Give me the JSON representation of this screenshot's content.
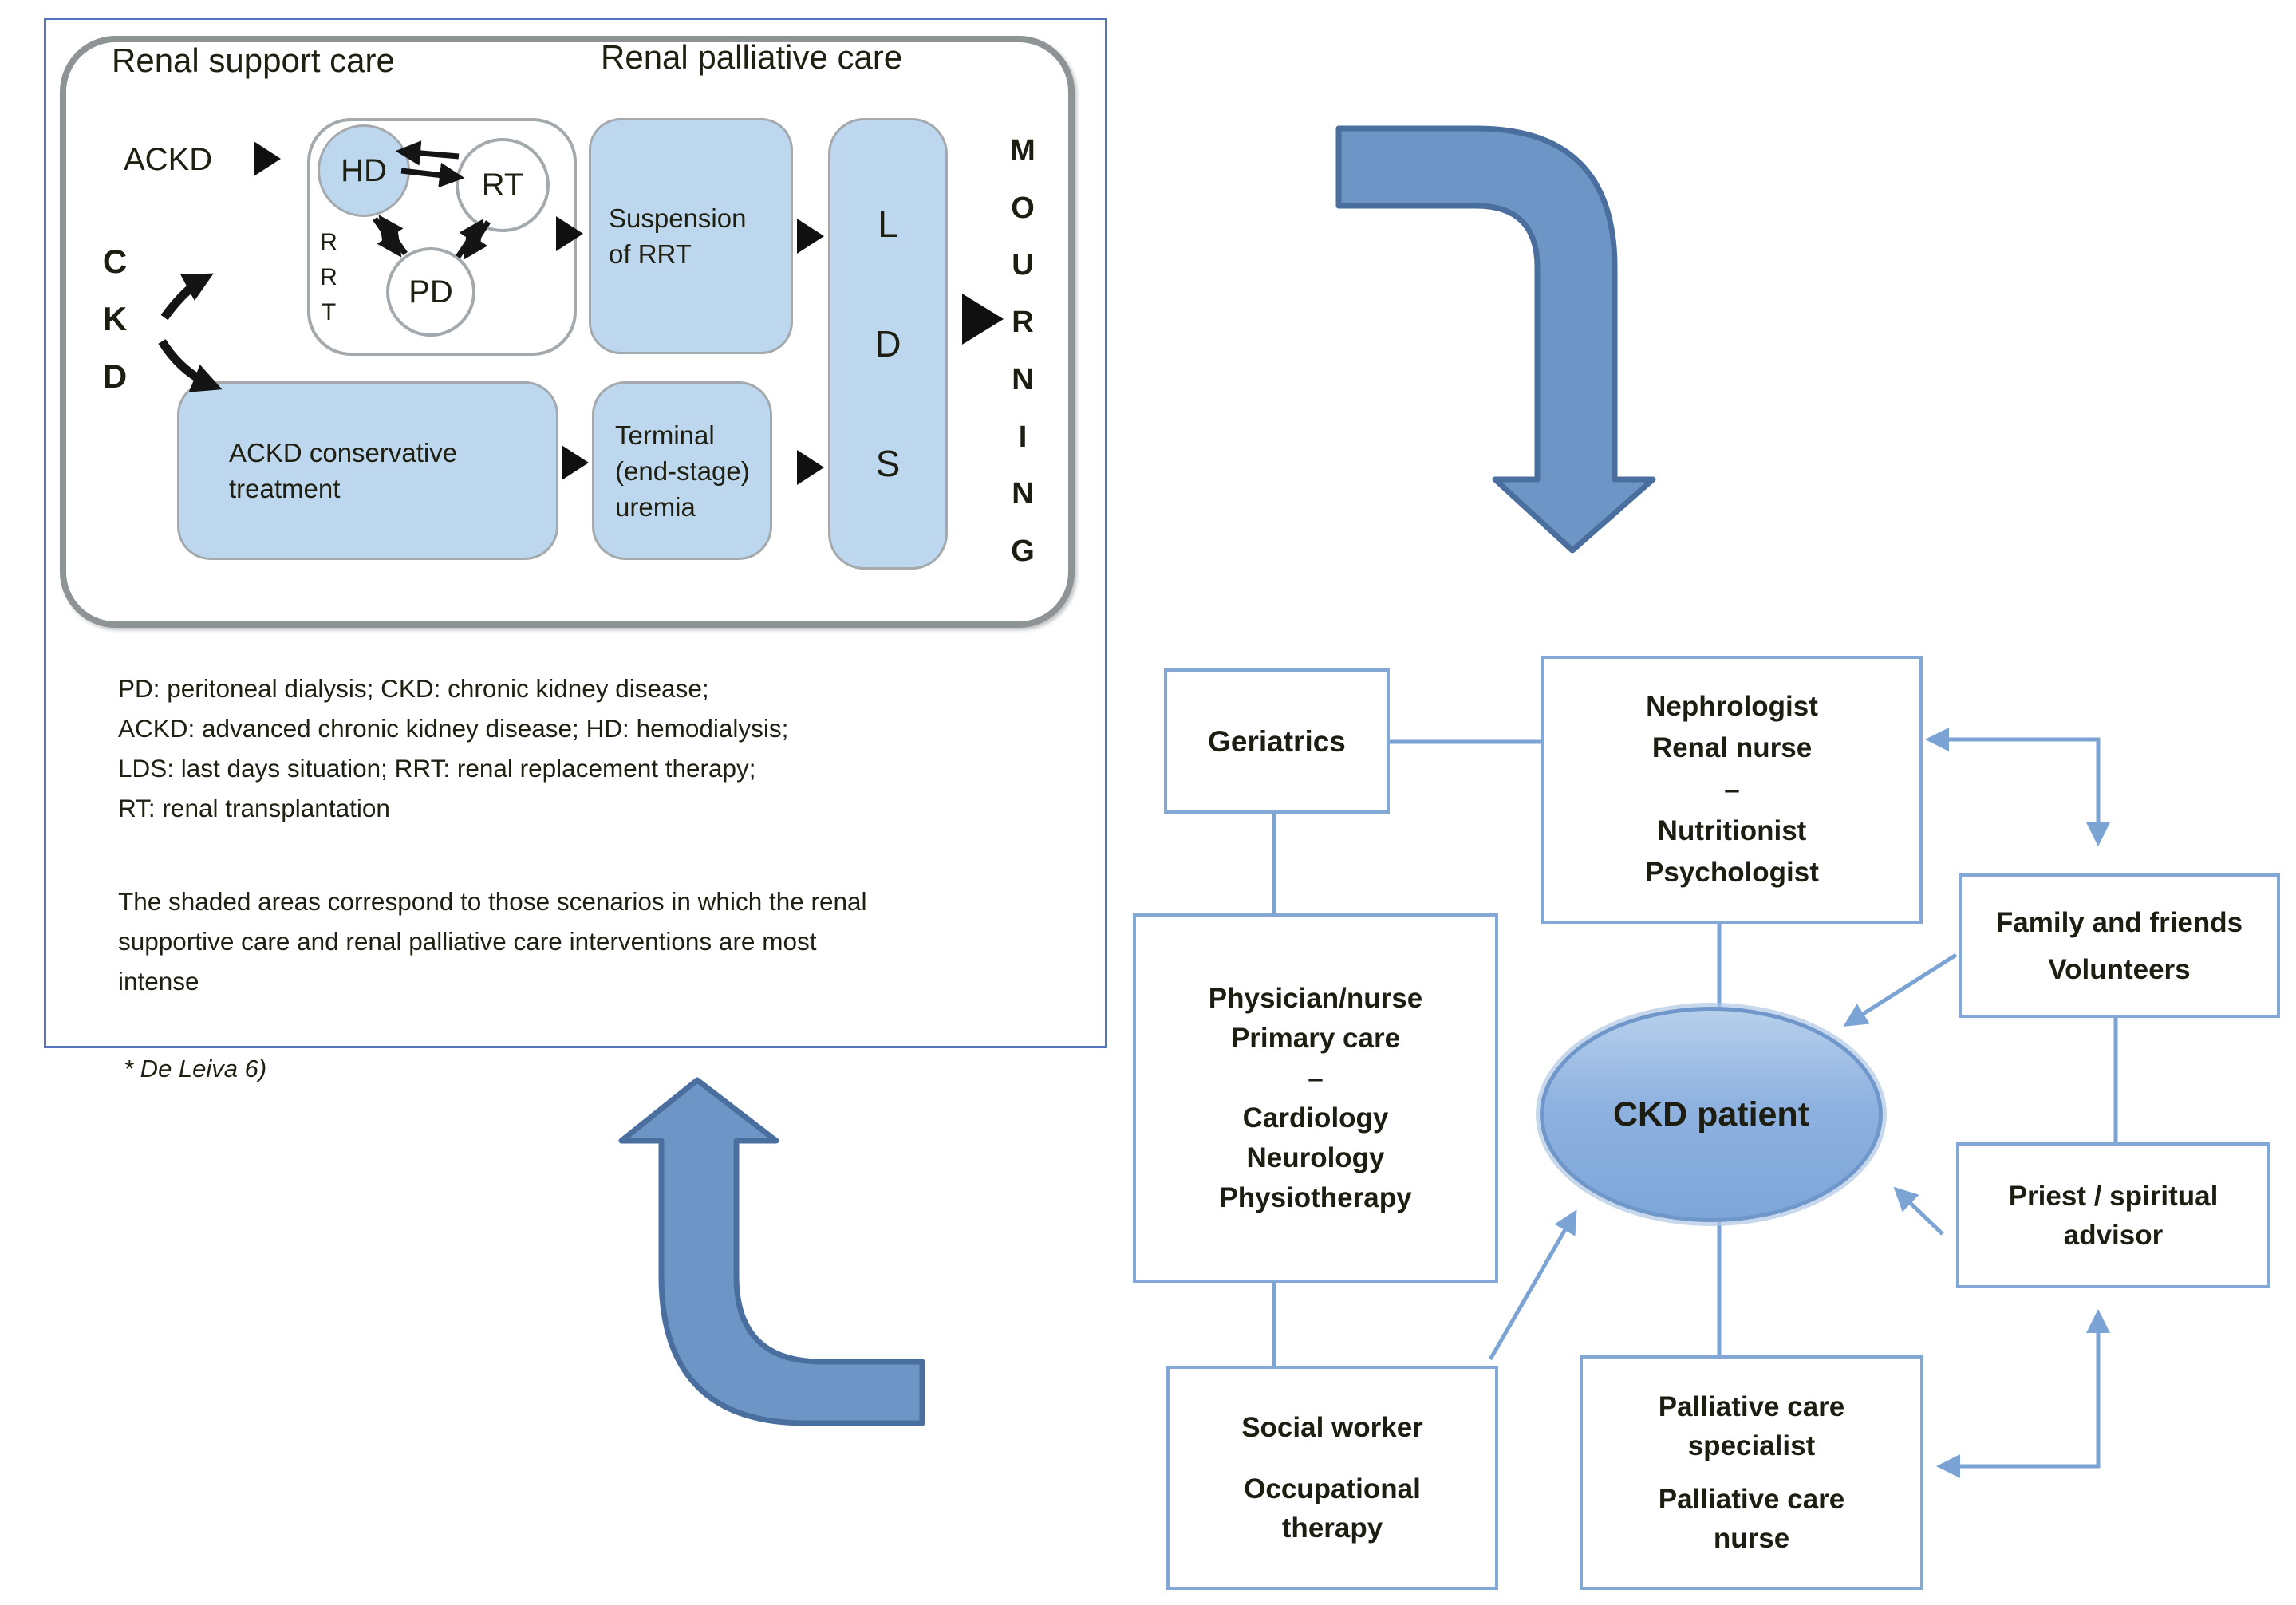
{
  "panel": {
    "title_support": "Renal support care",
    "title_palliative": "Renal palliative care",
    "ackd": "ACKD",
    "ckd": [
      "C",
      "K",
      "D"
    ],
    "rrt": [
      "R",
      "R",
      "T"
    ],
    "hd": "HD",
    "rt": "RT",
    "pd": "PD",
    "suspension": [
      "Suspension",
      "of RRT"
    ],
    "lds": [
      "L",
      "D",
      "S"
    ],
    "mourning": [
      "M",
      "O",
      "U",
      "R",
      "N",
      "I",
      "N",
      "G"
    ],
    "conservative": [
      "ACKD conservative",
      "treatment"
    ],
    "terminal": [
      "Terminal",
      "(end-stage)",
      "uremia"
    ],
    "legend": [
      "PD: peritoneal dialysis; CKD: chronic kidney disease;",
      "ACKD: advanced chronic kidney disease; HD: hemodialysis;",
      "LDS: last days situation; RRT: renal replacement therapy;",
      "RT: renal transplantation"
    ],
    "note": [
      "The shaded areas correspond to those scenarios in which the renal",
      "supportive care and renal palliative care interventions are most",
      "intense"
    ],
    "citation": "* De Leiva 6)"
  },
  "network": {
    "geriatrics": {
      "l1": "Geriatrics"
    },
    "nephrologist": {
      "l1": "Nephrologist",
      "l2": "Renal nurse",
      "l3": "–",
      "l4": "Nutritionist",
      "l5": "Psychologist"
    },
    "family": {
      "l1": "Family and friends",
      "l2": "Volunteers"
    },
    "physician": {
      "l1": "Physician/nurse",
      "l2": "Primary care",
      "l3": "–",
      "l4": "Cardiology",
      "l5": "Neurology",
      "l6": "Physiotherapy"
    },
    "priest": {
      "l1": "Priest / spiritual",
      "l2": "advisor"
    },
    "social": {
      "l1": "Social worker",
      "l2": "Occupational",
      "l3": "therapy"
    },
    "palliative": {
      "l1": "Palliative care",
      "l2": "specialist",
      "l3": "Palliative care",
      "l4": "nurse"
    },
    "patient": "CKD patient"
  },
  "colors": {
    "connector_blue": "#7ba3d4",
    "box_border_blue": "#84a8d6",
    "shaded_light_blue": "#bdd7ee",
    "big_arrow_fill": "#6d95c6",
    "big_arrow_border": "#4a6f9f",
    "panel_border_blue": "#5572bd",
    "container_border_gray": "#8e9496",
    "text_dark": "#1d1d12"
  }
}
